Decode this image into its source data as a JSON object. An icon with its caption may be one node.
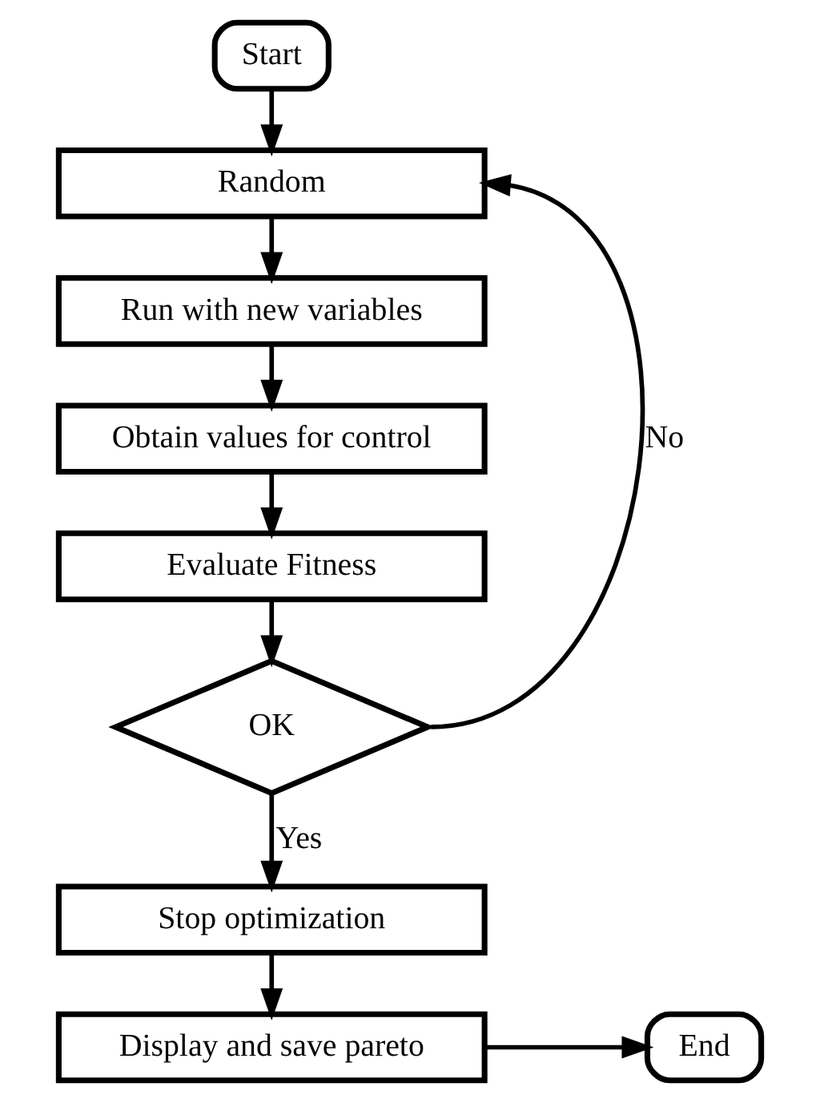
{
  "diagram": {
    "nodes": [
      {
        "text": [
          "Start"
        ]
      },
      {
        "text": [
          "Random"
        ]
      },
      {
        "text": [
          "Run with new variables"
        ]
      },
      {
        "text": [
          "Obtain values for control"
        ]
      },
      {
        "text": [
          "Evaluate Fitness"
        ]
      },
      {
        "text": [
          "OK"
        ]
      },
      {
        "text": [
          "Stop optimization"
        ]
      },
      {
        "text": [
          "Display and save pareto"
        ]
      },
      {
        "text": [
          "End"
        ]
      }
    ],
    "edges": [
      {
        "from": 0,
        "to": 1,
        "arrow": "to"
      },
      {
        "from": 1,
        "to": 2,
        "arrow": "to"
      },
      {
        "from": 2,
        "to": 3,
        "arrow": "to"
      },
      {
        "from": 3,
        "to": 4,
        "arrow": "to"
      },
      {
        "from": 4,
        "to": 5,
        "arrow": "to"
      },
      {
        "from": 5,
        "to": 1,
        "arrow": "to",
        "label": "No"
      },
      {
        "from": 5,
        "to": 6,
        "arrow": "to",
        "label": "Yes"
      },
      {
        "from": 6,
        "to": 7,
        "arrow": "to"
      },
      {
        "from": 7,
        "to": 8,
        "arrow": "to"
      }
    ]
  }
}
